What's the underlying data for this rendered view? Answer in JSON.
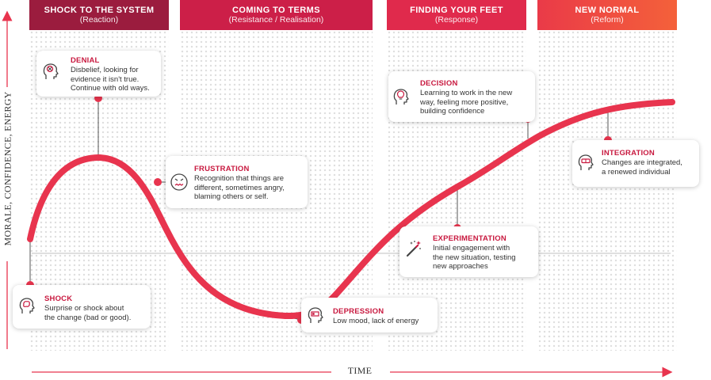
{
  "phases": [
    {
      "title": "SHOCK TO THE SYSTEM",
      "subtitle": "(Reaction)",
      "color": "#9b1c3e"
    },
    {
      "title": "COMING TO TERMS",
      "subtitle": "(Resistance / Realisation)",
      "color": "#cc1f48"
    },
    {
      "title": "FINDING YOUR FEET",
      "subtitle": "(Response)",
      "color": "#e02a4c"
    },
    {
      "title": "NEW NORMAL",
      "subtitle": "(Reform)",
      "color": "#f0503e"
    }
  ],
  "axes": {
    "y_label": "MORALE, CONFIDENCE, ENERGY",
    "x_label": "TIME"
  },
  "stages": [
    {
      "title": "DENIAL",
      "lines": [
        "Disbelief, looking for",
        "evidence it isn't true.",
        "Continue with old ways."
      ],
      "icon": "head-question-icon"
    },
    {
      "title": "FRUSTRATION",
      "lines": [
        "Recognition that things are",
        "different, sometimes angry,",
        "blaming others or self."
      ],
      "icon": "angry-face-icon"
    },
    {
      "title": "SHOCK",
      "lines": [
        "Surprise or shock about",
        "the change (bad or good)."
      ],
      "icon": "head-brain-icon"
    },
    {
      "title": "DEPRESSION",
      "lines": [
        "Low mood, lack of energy"
      ],
      "icon": "head-low-battery-icon"
    },
    {
      "title": "DECISION",
      "lines": [
        "Learning to work in the new",
        "way, feeling more positive,",
        "building confidence"
      ],
      "icon": "head-lightbulb-icon"
    },
    {
      "title": "EXPERIMENTATION",
      "lines": [
        "Initial engagement with",
        "the new situation, testing",
        "new approaches"
      ],
      "icon": "magic-wand-icon"
    },
    {
      "title": "INTEGRATION",
      "lines": [
        "Changes are integrated,",
        "a renewed individual"
      ],
      "icon": "head-vr-icon"
    }
  ],
  "colors": {
    "accent": "#e8344e",
    "title_red": "#c8193f",
    "connector": "#555555"
  }
}
